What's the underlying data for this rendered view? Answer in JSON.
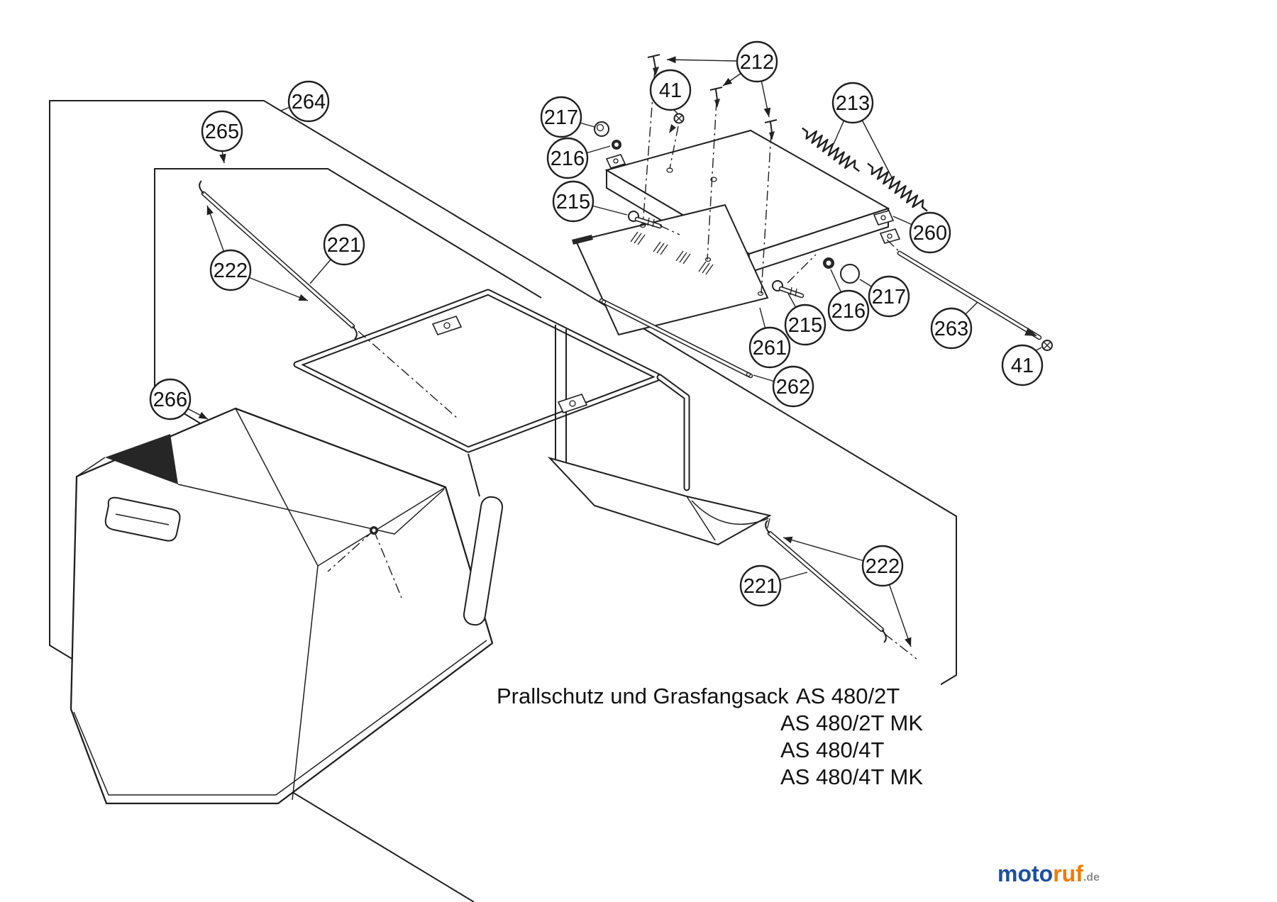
{
  "diagram": {
    "callouts": [
      {
        "id": "264-outer-frame",
        "label": "264"
      },
      {
        "id": "265-inner-frame",
        "label": "265"
      },
      {
        "id": "222-upper",
        "label": "222"
      },
      {
        "id": "221-upper",
        "label": "221"
      },
      {
        "id": "266-grass-bag",
        "label": "266"
      },
      {
        "id": "217-upper",
        "label": "217"
      },
      {
        "id": "216-upper",
        "label": "216"
      },
      {
        "id": "215-upper",
        "label": "215"
      },
      {
        "id": "41-upper",
        "label": "41"
      },
      {
        "id": "212-pins",
        "label": "212"
      },
      {
        "id": "213-springs",
        "label": "213"
      },
      {
        "id": "260-deflector-plate",
        "label": "260"
      },
      {
        "id": "217-lower",
        "label": "217"
      },
      {
        "id": "216-lower",
        "label": "216"
      },
      {
        "id": "215-lower",
        "label": "215"
      },
      {
        "id": "261-lower-plate",
        "label": "261"
      },
      {
        "id": "262-support-rod",
        "label": "262"
      },
      {
        "id": "263-side-rod",
        "label": "263"
      },
      {
        "id": "41-lower",
        "label": "41"
      },
      {
        "id": "221-lower",
        "label": "221"
      },
      {
        "id": "222-lower",
        "label": "222"
      }
    ]
  },
  "caption": {
    "title": "Prallschutz und Grasfangsack",
    "variants": [
      "AS 480/2T",
      "AS 480/2T MK",
      "AS 480/4T",
      "AS 480/4T MK"
    ]
  },
  "logo": {
    "part1": "moto",
    "part2": "ruf",
    "tld": ".de"
  },
  "colors": {
    "logo_blue": "#1d4f9e",
    "logo_orange": "#ef7c00",
    "logo_tld": "#8c8c8c"
  }
}
